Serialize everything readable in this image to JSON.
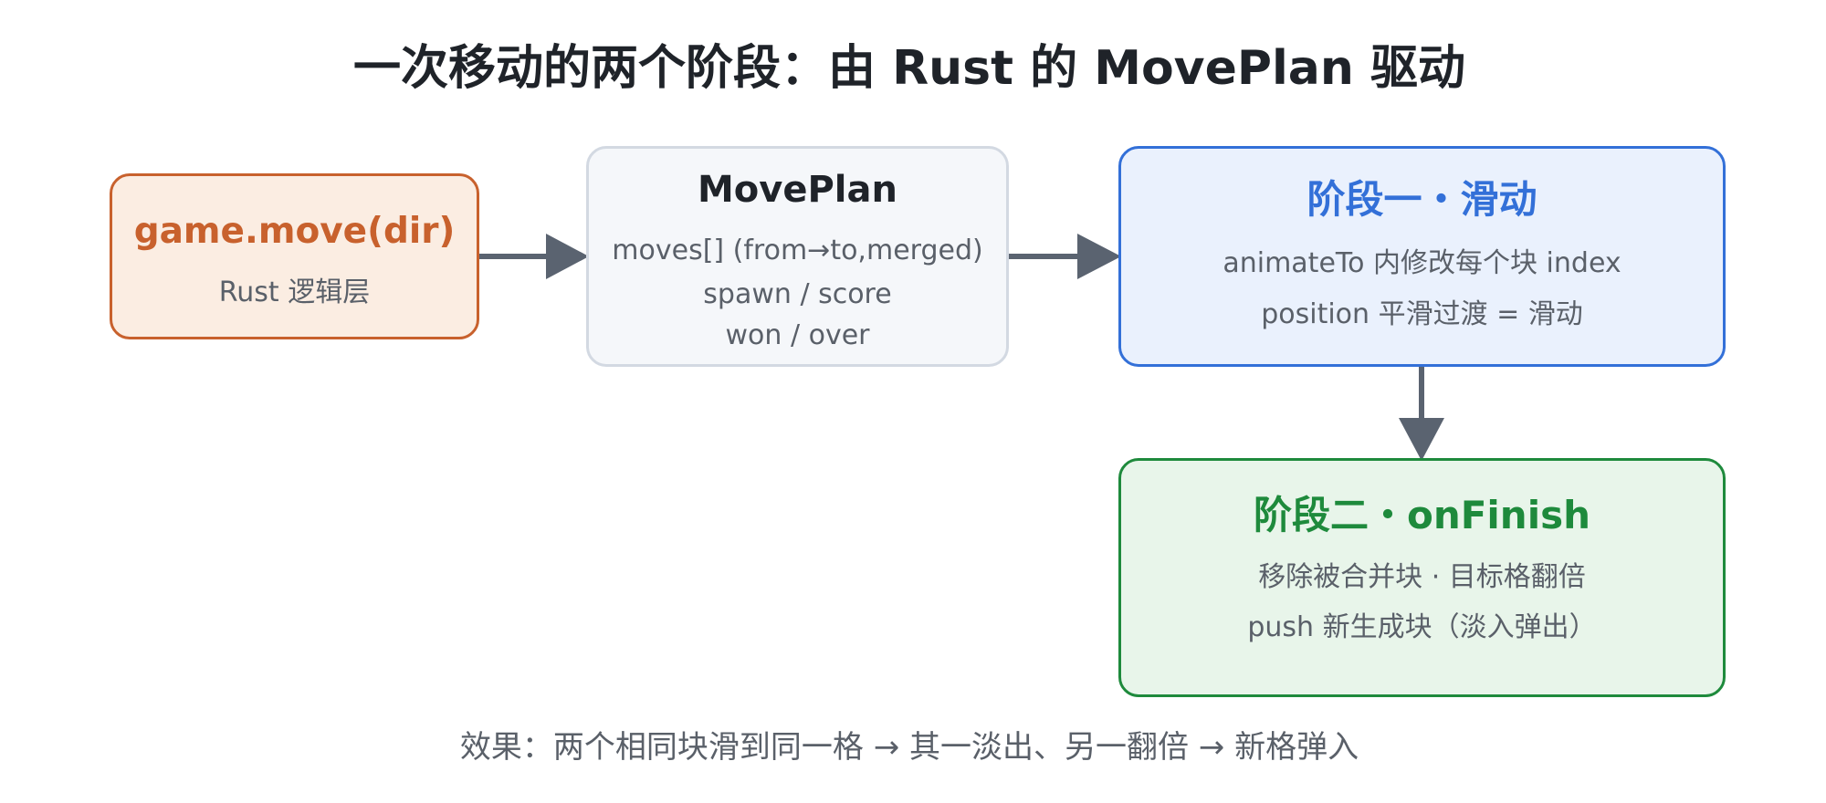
{
  "title": "一次移动的两个阶段：由 Rust 的 MovePlan 驱动",
  "nodes": {
    "game": {
      "heading": "game.move(dir)",
      "lines": [
        "Rust 逻辑层"
      ]
    },
    "plan": {
      "heading": "MovePlan",
      "lines": [
        "moves[] (from→to,merged)",
        "spawn / score",
        "won / over"
      ]
    },
    "slide": {
      "heading": "阶段一・滑动",
      "lines": [
        "animateTo 内修改每个块 index",
        "position 平滑过渡 = 滑动"
      ]
    },
    "finish": {
      "heading": "阶段二・onFinish",
      "lines": [
        "移除被合并块 · 目标格翻倍",
        "push 新生成块（淡入弹出）"
      ]
    }
  },
  "caption": "效果：两个相同块滑到同一格 → 其一淡出、另一翻倍 → 新格弹入",
  "colors": {
    "orange": "#c8612d",
    "blue": "#3370d8",
    "green": "#1e8a3c",
    "arrow": "#5a6370"
  }
}
